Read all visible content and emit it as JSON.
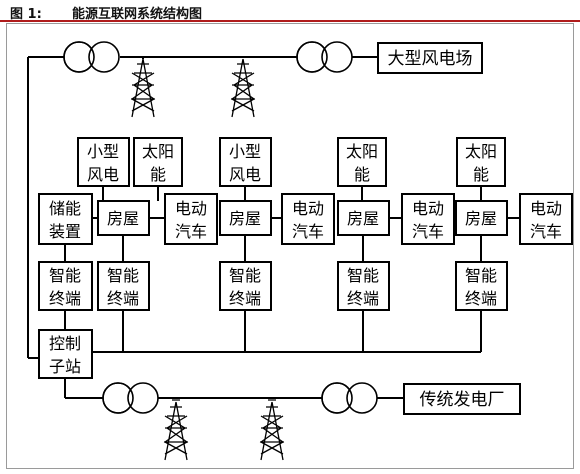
{
  "figure": {
    "label": "图 1:",
    "title": "能源互联网系统结构图"
  },
  "top_bus": {
    "endpoint": "大型风电场"
  },
  "bottom_bus": {
    "endpoint": "传统发电厂"
  },
  "control_station": {
    "line1": "控制",
    "line2": "子站"
  },
  "storage": {
    "line1": "储能",
    "line2": "装置"
  },
  "units": [
    {
      "source": [
        "小型",
        "风电"
      ],
      "source2": [
        "太阳",
        "能"
      ],
      "house": "房屋",
      "ev": [
        "电动",
        "汽车"
      ],
      "terminals": [
        [
          "智能",
          "终端"
        ],
        [
          "智能",
          "终端"
        ]
      ]
    },
    {
      "source": [
        "小型",
        "风电"
      ],
      "house": "房屋",
      "ev": [
        "电动",
        "汽车"
      ],
      "terminal": [
        "智能",
        "终端"
      ]
    },
    {
      "source": [
        "太阳",
        "能"
      ],
      "house": "房屋",
      "ev": [
        "电动",
        "汽车"
      ],
      "terminal": [
        "智能",
        "终端"
      ]
    },
    {
      "source": [
        "太阳",
        "能"
      ],
      "house": "房屋",
      "ev": [
        "电动",
        "汽车"
      ],
      "terminal": [
        "智能",
        "终端"
      ]
    }
  ],
  "icons": [
    "transformer-icon",
    "transmission-tower-icon"
  ]
}
